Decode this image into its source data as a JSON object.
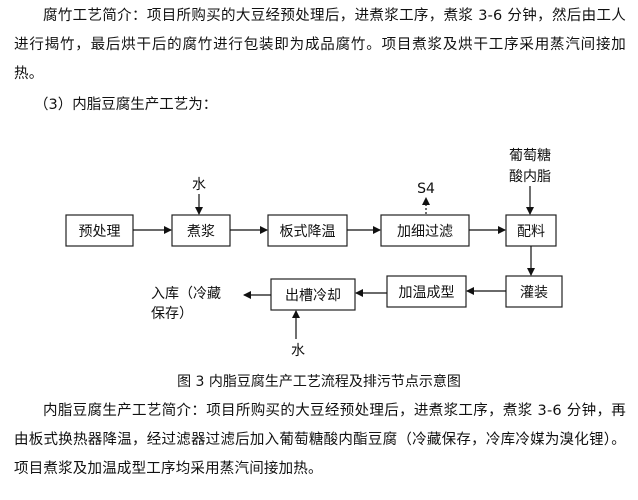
{
  "para1": "腐竹工艺简介：项目所购买的大豆经预处理后，进煮浆工序，煮浆 3-6 分钟，然后由工人进行揭竹，最后烘干后的腐竹进行包装即为成品腐竹。项目煮浆及烘干工序采用蒸汽间接加热。",
  "section_title": "（3）内脂豆腐生产工艺为：",
  "diagram": {
    "inputs": {
      "water_top": "水",
      "s4": "S4",
      "gluco_line1": "葡萄糖",
      "gluco_line2": "酸内脂",
      "storage_line1": "入库（冷藏",
      "storage_line2": "保存）",
      "water_bottom": "水"
    },
    "steps": {
      "pretreat": "预处理",
      "boil": "煮浆",
      "cool": "板式降温",
      "filter": "加细过滤",
      "mix": "配料",
      "fill": "灌装",
      "form": "加温成型",
      "chill": "出槽冷却"
    }
  },
  "caption": "图 3   内脂豆腐生产工艺流程及排污节点示意图",
  "para2": "内脂豆腐生产工艺简介：项目所购买的大豆经预处理后，进煮浆工序，煮浆 3-6 分钟，再由板式换热器降温，经过滤器过滤后加入葡萄糖酸内酯豆腐（冷藏保存，冷库冷媒为溴化锂）。项目煮浆及加温成型工序均采用蒸汽间接加热。"
}
